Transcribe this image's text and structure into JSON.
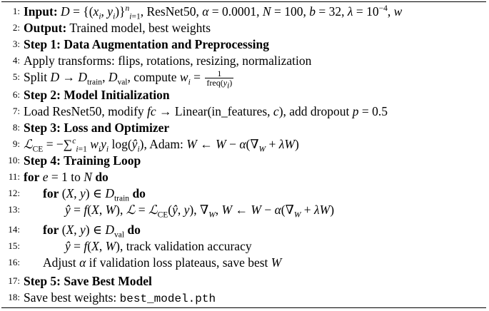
{
  "lines": [
    {
      "n": "1:",
      "html": "<span class='b'>Input:</span> <span class='it'>D</span> = {(<span class='it'>x<sub>i</sub></span>, <span class='it'>y<sub>i</sub></span>)}<sup><span class='it'>n</span></sup><sub><span class='it'>i</span>=1</sub>, ResNet50, <span class='it'>α</span> = 0.0001, <span class='it'>N</span> = 100, <span class='it'>b</span> = 32, <span class='it'>λ</span> = 10<sup>−4</sup>, <span class='it'>w</span>"
    },
    {
      "n": "2:",
      "html": "<span class='b'>Output:</span> Trained model, best weights"
    },
    {
      "n": "3:",
      "html": "<span class='b'>Step 1: Data Augmentation and Preprocessing</span>"
    },
    {
      "n": "4:",
      "html": "Apply transforms: flips, rotations, resizing, normalization"
    },
    {
      "n": "5:",
      "html": "Split <span class='it'>D</span> → <span class='it'>D</span><sub>train</sub>, <span class='it'>D</span><sub>val</sub>, compute <span class='it'>w<sub>i</sub></span> = <span class='frac'><span class='top'>1</span><span class='bot'>freq(<span class='it'>y<sub>i</sub></span>)</span></span>"
    },
    {
      "n": "6:",
      "html": "<span class='b'>Step 2: Model Initialization</span>"
    },
    {
      "n": "7:",
      "html": "Load ResNet50, modify <span class='it'>fc</span> → Linear(in_features, <span class='it'>c</span>), add dropout <span class='it'>p</span> = 0.5"
    },
    {
      "n": "8:",
      "html": "<span class='b'>Step 3: Loss and Optimizer</span>"
    },
    {
      "n": "9:",
      "html": "<span class='it'>ℒ</span><sub>CE</sub> = −∑<sup><span class='it'>c</span></sup><sub><span class='it'>i</span>=1</sub> <span class='it'>w<sub>i</sub>y<sub>i</sub></span> log(<span class='it'>ŷ<sub>i</sub></span>), Adam: <span class='it'>W</span> ← <span class='it'>W</span> − <span class='it'>α</span>(∇<sub><span class='it'>W</span></sub> + <span class='it'>λW</span>)"
    },
    {
      "n": "10:",
      "html": "<span class='b'>Step 4: Training Loop</span>"
    },
    {
      "n": "11:",
      "html": "<span class='b'>for</span> <span class='it'>e</span> = 1 to <span class='it'>N</span> <span class='b'>do</span>"
    },
    {
      "n": "12:",
      "indent": 1,
      "html": "<span class='b'>for</span> (<span class='it'>X</span>, <span class='it'>y</span>) ∈ <span class='it'>D</span><sub>train</sub> <span class='b'>do</span>"
    },
    {
      "n": "13:",
      "indent": 2,
      "html": "<span class='it'>ŷ</span> = <span class='it'>f</span>(<span class='it'>X</span>, <span class='it'>W</span>), <span class='it'>ℒ</span> = <span class='it'>ℒ</span><sub>CE</sub>(<span class='it'>ŷ</span>, <span class='it'>y</span>), ∇<sub><span class='it'>W</span></sub>, <span class='it'>W</span> ← <span class='it'>W</span> − <span class='it'>α</span>(∇<sub><span class='it'>W</span></sub> + <span class='it'>λW</span>)"
    },
    {
      "n": "14:",
      "indent": 1,
      "html": "<span class='b'>for</span> (<span class='it'>X</span>, <span class='it'>y</span>) ∈ <span class='it'>D</span><sub>val</sub> <span class='b'>do</span>"
    },
    {
      "n": "15:",
      "indent": 2,
      "html": "<span class='it'>ŷ</span> = <span class='it'>f</span>(<span class='it'>X</span>, <span class='it'>W</span>), track validation accuracy"
    },
    {
      "n": "16:",
      "indent": 1,
      "html": "Adjust <span class='it'>α</span> if validation loss plateaus, save best <span class='it'>W</span>"
    },
    {
      "n": "17:",
      "html": "<span class='b'>Step 5: Save Best Model</span>"
    },
    {
      "n": "18:",
      "html": "Save best weights: <span class='mono'>best_model.pth</span>"
    }
  ]
}
